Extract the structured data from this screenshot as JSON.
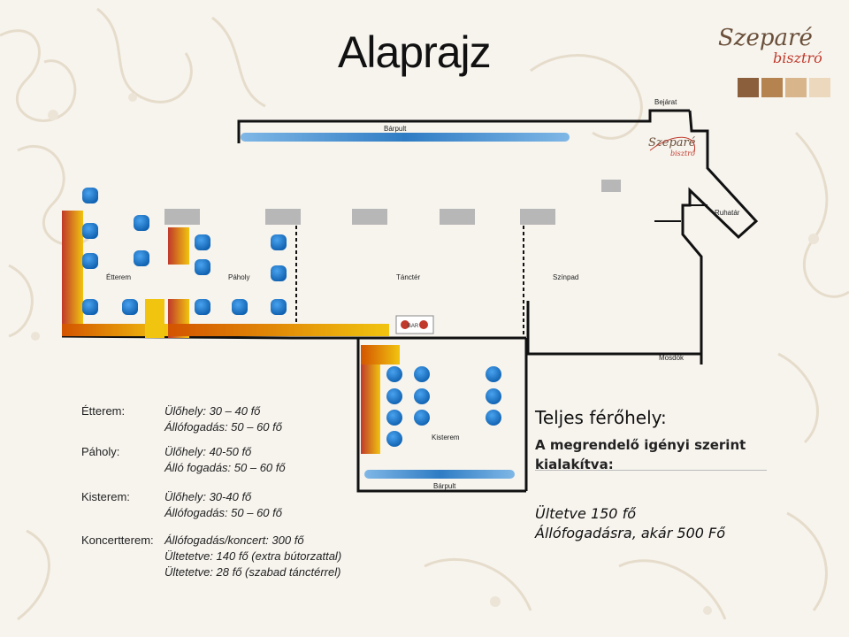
{
  "page": {
    "title": "Alaprajz"
  },
  "logo": {
    "brand": "Szeparé",
    "sub": "bisztró",
    "swatches": [
      "#8b5e3c",
      "#b5834f",
      "#d8b58a",
      "#ecd9bd"
    ]
  },
  "colors": {
    "wall": "#111111",
    "table": "#1a73c8",
    "bar": "#3b8fd6",
    "counter_from": "#c0392b",
    "counter_to": "#f1c40f",
    "pillar": "#b3b3b3",
    "stool": "#c0392b",
    "background": "#f7f4ee",
    "ornament": "#e6dccb"
  },
  "plan_labels": {
    "bejarat": "Bejárat",
    "barpult_top": "Bárpult",
    "ruhatar": "Ruhatár",
    "etterem": "Étterem",
    "paholy": "Páholy",
    "tancter": "Tánctér",
    "szinpad": "Színpad",
    "mosdok": "Mosdók",
    "kisterem": "Kisterem",
    "barpult_bottom": "Bárpult",
    "stool_mark": "BAR"
  },
  "capacities": [
    {
      "room": "Étterem:",
      "lines": [
        "Ülőhely: 30 – 40 fő",
        "Állófogadás: 50 – 60 fő"
      ]
    },
    {
      "room": "Páholy:",
      "lines": [
        "Ülőhely: 40-50 fő",
        "Álló fogadás: 50 – 60 fő"
      ]
    },
    {
      "room": "Kisterem:",
      "lines": [
        "Ülőhely: 30-40 fő",
        "Állófogadás: 50 – 60 fő"
      ]
    }
  ],
  "concert": {
    "room": "Koncertterem:",
    "lines": [
      "Állófogadás/koncert: 300 fő",
      "Ültetetve: 140 fő (extra bútorzattal)",
      "Ültetetve: 28 fő (szabad tánctérrel)"
    ]
  },
  "total": {
    "title": "Teljes férőhely:",
    "subtitle": "A megrendelő igényi szerint kialakítva:",
    "seated": "Ültetve 150 fő",
    "standing": "Állófogadásra, akár 500 Fő"
  }
}
